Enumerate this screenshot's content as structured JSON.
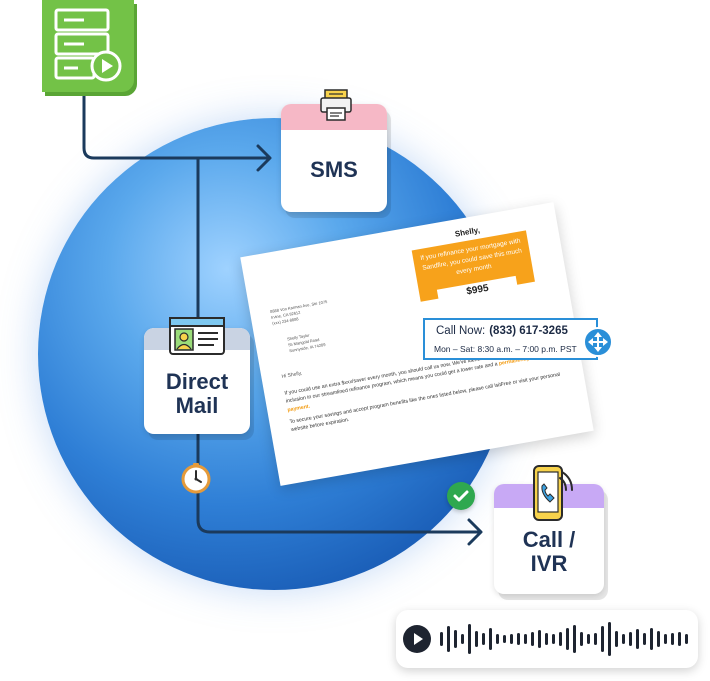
{
  "channels": {
    "sms": {
      "label": "SMS"
    },
    "direct_mail": {
      "label": "Direct\nMail"
    },
    "call_ivr": {
      "label": "Call /\nIVR"
    }
  },
  "letter": {
    "sender_address": [
      "8888 Von Karman Ave, Ste 1075",
      "Irvine, CA 92612",
      "(xxx) 234-8888"
    ],
    "recipient_address": [
      "Shelly Taylor",
      "55 Marigold Road",
      "Sunnyside, IA 74289"
    ],
    "greeting": "Hi Shelly,",
    "paragraph1_a": "If you could use an extra $xxx/saver every month, you should call us now. We've identified your mortgage as eligible for inclusion in our streamlined refinance program, which means you could get a lower rate and a",
    "paragraph1_highlight": "permanently lower house payment.",
    "paragraph2": "To secure your savings and accept program benefits like the ones listed below, please call IsitFree or visit your personal website before expiration.",
    "offer": {
      "name": "Shelly,",
      "text": "If you refinance your mortgage with Sandfire, you could save this much every month",
      "amount": "$995"
    }
  },
  "callout": {
    "label": "Call Now:",
    "phone": "(833) 617-3265",
    "hours": "Mon – Sat: 8:30 a.m. – 7:00 p.m. PST"
  },
  "colors": {
    "sms_accent": "#f6b8c6",
    "mail_accent": "#c9d3e3",
    "ivr_accent": "#c8a9f5",
    "start_tile": "#73c247",
    "flow_line": "#1b3a5c",
    "callout_border": "#2a8fd8",
    "offer_orange": "#f7a21b",
    "check_green": "#2fa84f"
  },
  "icons": {
    "start": "server-play-icon",
    "sms": "fax-printer-icon",
    "direct_mail": "id-card-icon",
    "call_ivr": "phone-call-icon",
    "delay": "clock-icon",
    "success": "check-icon",
    "move": "move-arrows-icon",
    "audio": "play-icon"
  }
}
